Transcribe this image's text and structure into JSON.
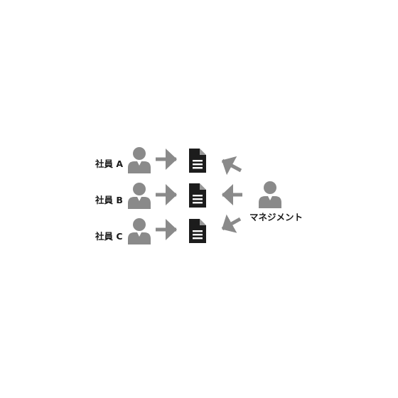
{
  "diagram": {
    "employees": [
      {
        "label": "社員 A"
      },
      {
        "label": "社員 B"
      },
      {
        "label": "社員 C"
      }
    ],
    "management": {
      "label": "マネジメント"
    },
    "icons": {
      "person": "person-icon",
      "document": "document-icon",
      "arrow": "arrow-icon"
    },
    "colors": {
      "person": "#8a8a8a",
      "arrow": "#8a8a8a",
      "document": "#1c1c1c",
      "document_lines": "#ffffff",
      "text": "#1a1a1a"
    }
  }
}
